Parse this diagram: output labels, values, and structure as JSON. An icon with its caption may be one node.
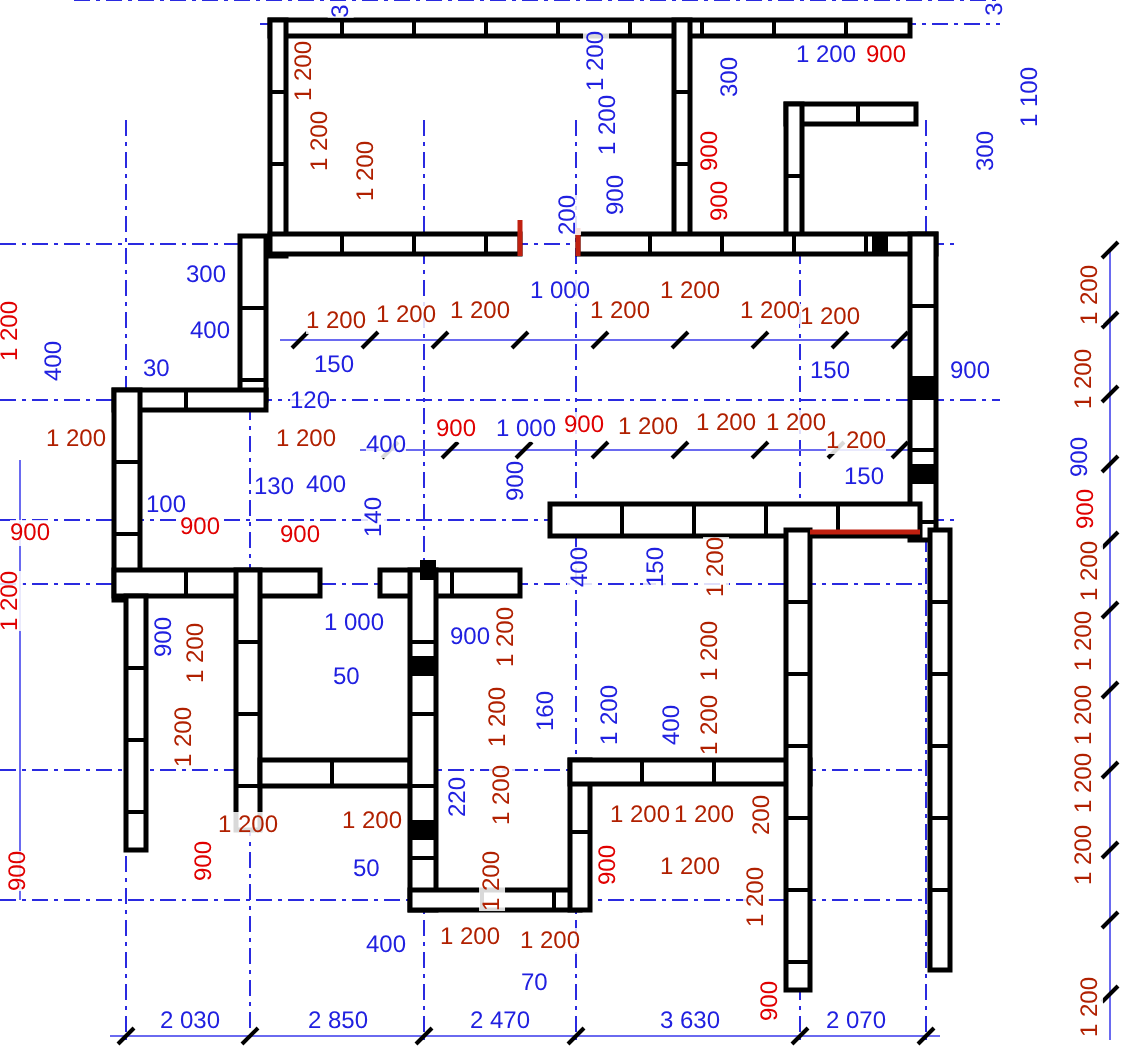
{
  "diagram": {
    "labels": [
      "3",
      "1 200",
      "1 200",
      "1 200",
      "1 200",
      "1 200",
      "900",
      "200",
      "300",
      "900",
      "900",
      "1 200",
      "900",
      "1 100",
      "300",
      "3",
      "300",
      "400",
      "1 200",
      "1 200",
      "1 200",
      "1 000",
      "1 200",
      "1 200",
      "1 200",
      "1 200",
      "150",
      "150",
      "900",
      "120",
      "30",
      "400",
      "1 200",
      "1 200",
      "900",
      "900",
      "1 200",
      "1 200",
      "1 200",
      "400",
      "900",
      "1 000",
      "900",
      "1 200",
      "1 200",
      "1 200",
      "1 200",
      "150",
      "900",
      "100",
      "130",
      "400",
      "140",
      "900",
      "900",
      "900",
      "400",
      "150",
      "1 200",
      "1 200",
      "1 200",
      "1 200",
      "1 200",
      "1 200",
      "1 200",
      "1 200",
      "900",
      "900",
      "1 200",
      "1 200",
      "900",
      "1 000",
      "50",
      "900",
      "1 200",
      "160",
      "1 200",
      "1 200",
      "220",
      "1 200",
      "1 200",
      "400",
      "1 200",
      "1 200",
      "1 200",
      "1 200",
      "50",
      "1 200",
      "1 200",
      "1 200",
      "200",
      "1 200",
      "900",
      "900",
      "400",
      "1 200",
      "1 200",
      "70",
      "2 030",
      "2 850",
      "2 470",
      "3 630",
      "2 070"
    ]
  }
}
